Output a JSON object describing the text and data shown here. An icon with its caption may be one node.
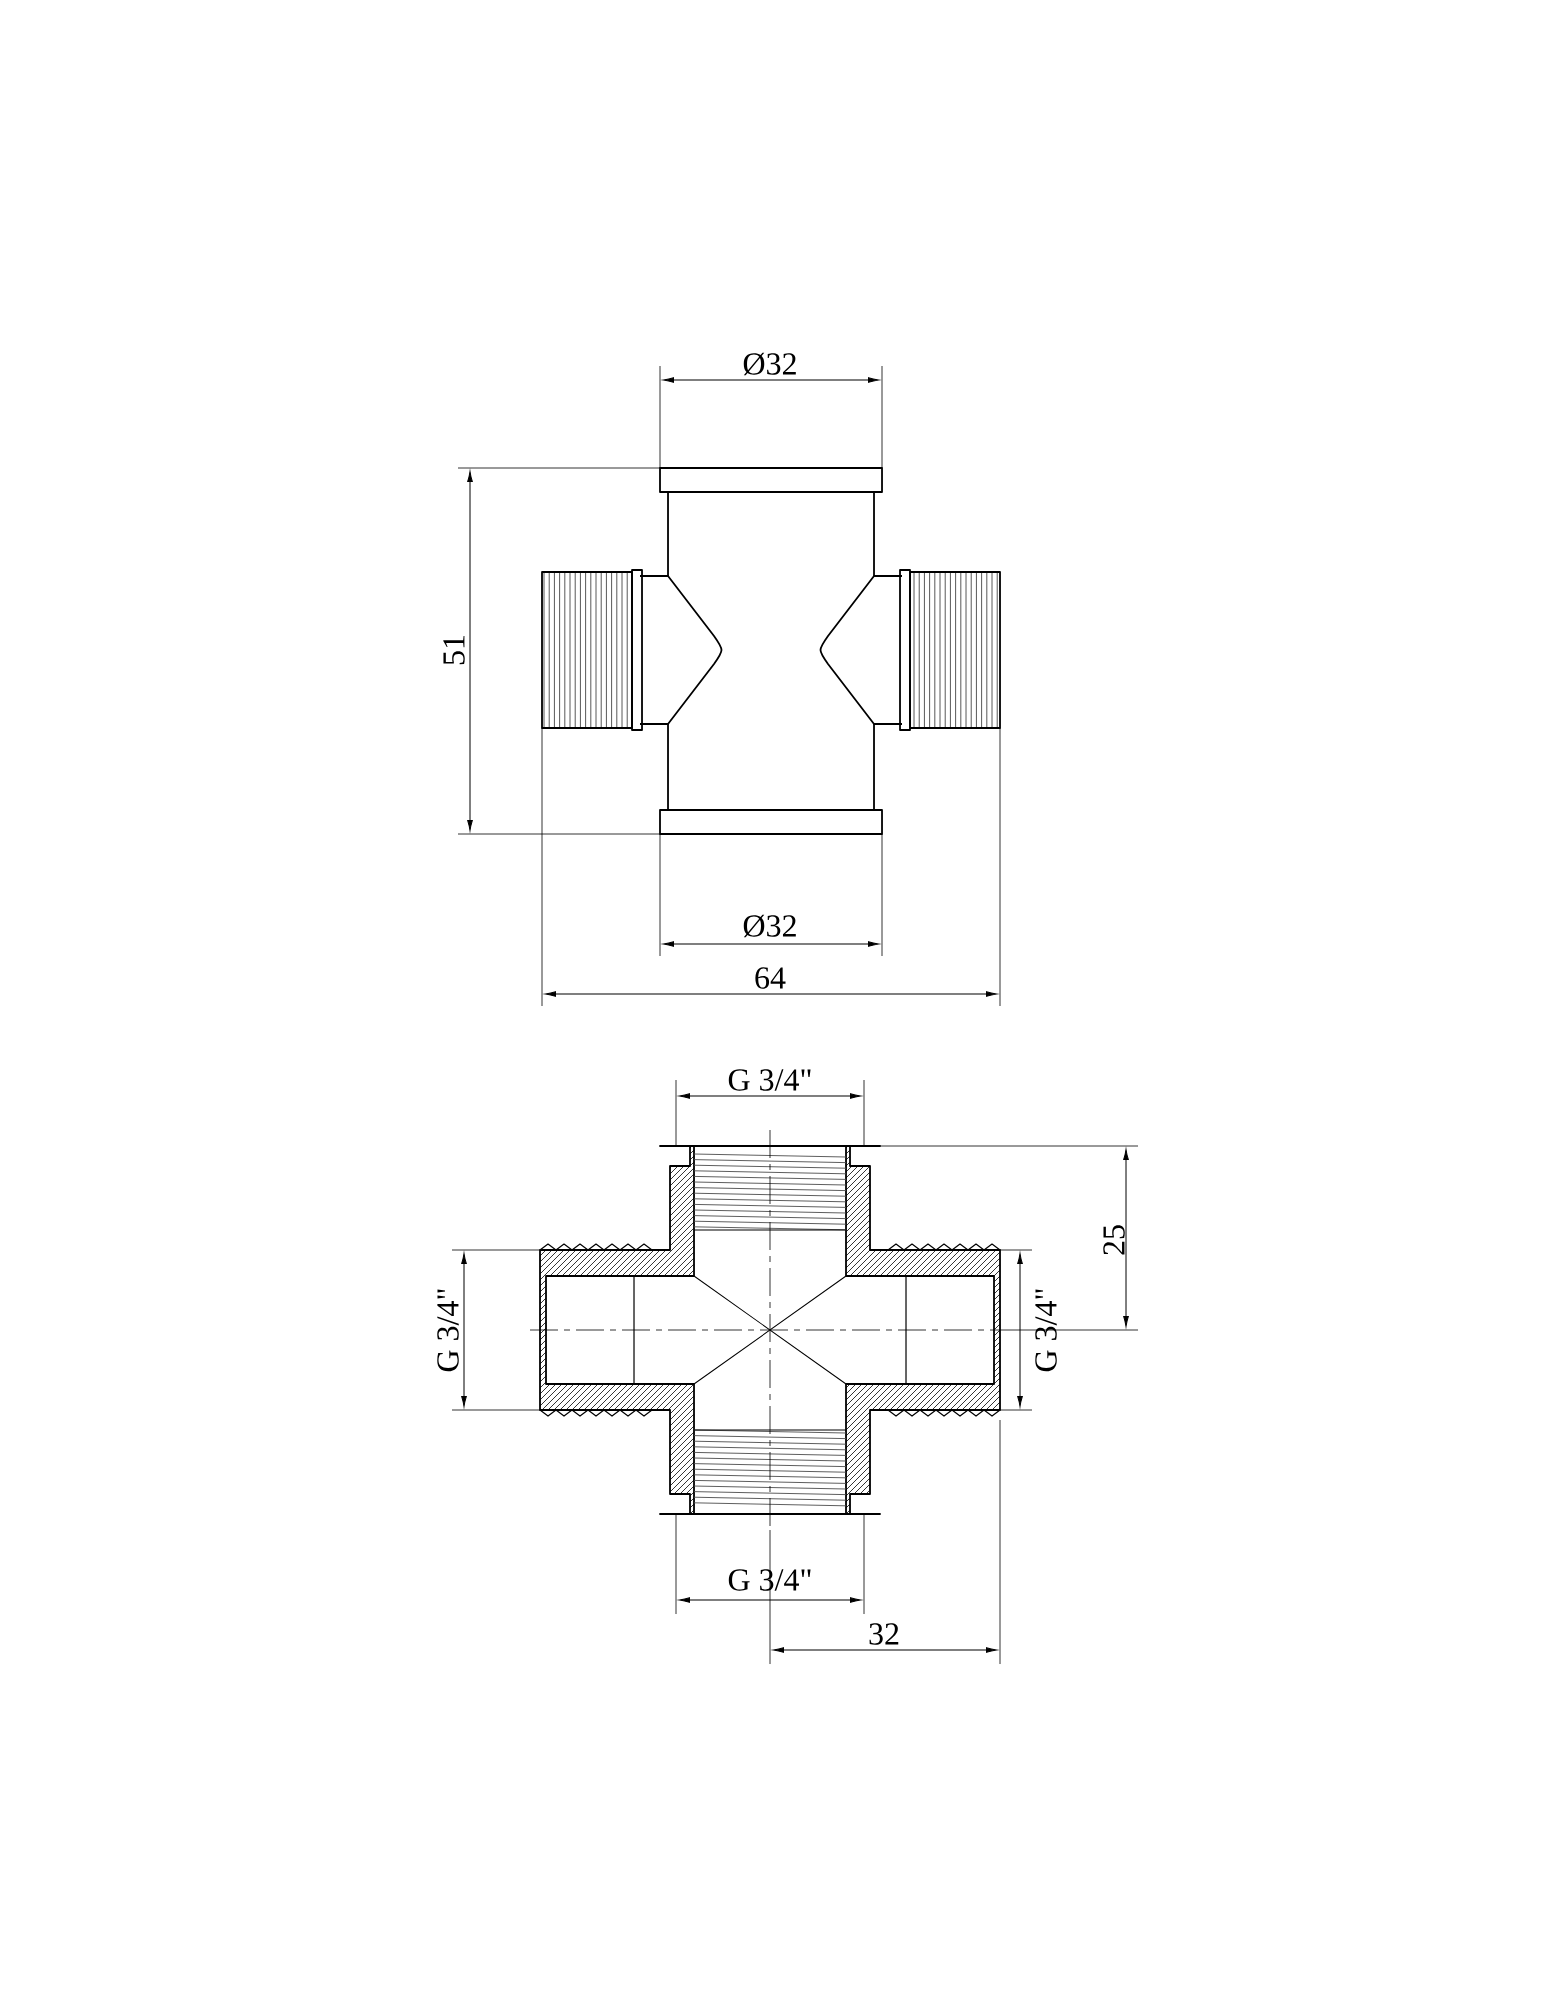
{
  "diagram": {
    "labels": [
      "Ø32",
      "51",
      "Ø32",
      "64",
      "G 3/4\"",
      "25",
      "G 3/4\"",
      "G 3/4\"",
      "G 3/4\"",
      "32"
    ]
  }
}
